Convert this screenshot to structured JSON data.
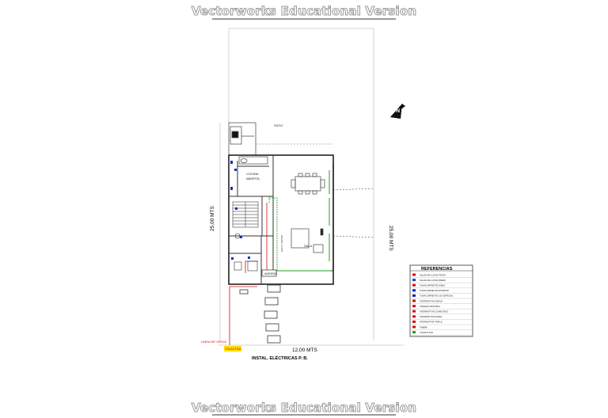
{
  "watermark": {
    "top": "Vectorworks Educational Version",
    "bottom": "Vectorworks Educational Version"
  },
  "plan": {
    "labels": {
      "patio": "PATIO",
      "cocina": "COCINA",
      "abierta": "ABIERTA",
      "sala": "SALA",
      "ingreso": "INGRESO",
      "comedor": "SALA Y ESTAR"
    },
    "dimensions": {
      "width": "12,00 MTS",
      "depth_left": "25,00 MTS",
      "depth_right": "25,00 MTS"
    },
    "linea_de_verja": "LINEA DE VERJA",
    "pilastra": "PILASTRA",
    "sheet_title": "INSTAL. ELÉCTRICAS P. B.",
    "north": "N"
  },
  "legend": {
    "title": "REFERENCIAS",
    "items": [
      {
        "text": "SALIDA DE LUZ EN TECHO",
        "color": "#d01010"
      },
      {
        "text": "SALIDA DE LUZ EN PARED",
        "color": "#2040c0"
      },
      {
        "text": "TOMACORRIENTE DOBLE",
        "color": "#d01010"
      },
      {
        "text": "TOMACORRIENTE EXTERIOR",
        "color": "#1020c0"
      },
      {
        "text": "TOMACORRIENTE USO ESPECIAL",
        "color": "#1020c0"
      },
      {
        "text": "INTERRUPTOR SIMPLE",
        "color": "#d01010"
      },
      {
        "text": "TABLERO PRINCIPAL",
        "color": "#d01010"
      },
      {
        "text": "INTERRUPTOR CONMUTADO",
        "color": "#d01010"
      },
      {
        "text": "INTERRUPTOR DOBLE",
        "color": "#d01010"
      },
      {
        "text": "INTERRUPTOR TRIPLE",
        "color": "#d01010"
      },
      {
        "text": "TIMBRE",
        "color": "#d01010"
      },
      {
        "text": "CONDUCTOR",
        "color": "#20a020"
      }
    ]
  }
}
